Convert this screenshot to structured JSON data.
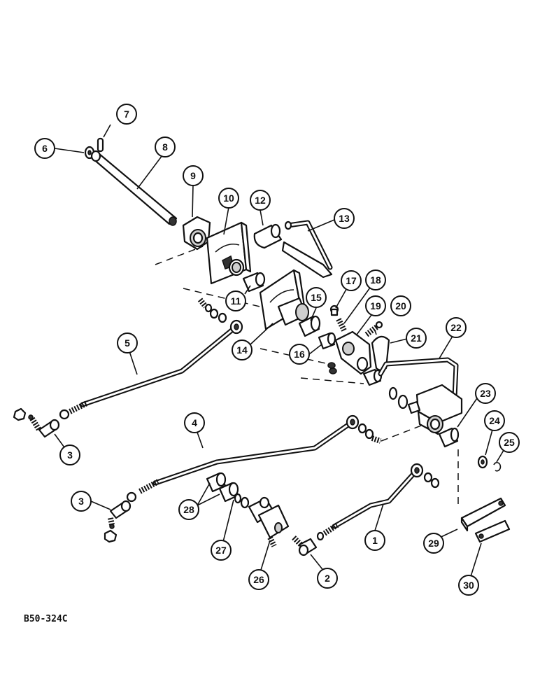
{
  "drawing_code": "B50-324C",
  "callouts": [
    {
      "label": "1"
    },
    {
      "label": "2"
    },
    {
      "label": "3"
    },
    {
      "label": "3"
    },
    {
      "label": "4"
    },
    {
      "label": "5"
    },
    {
      "label": "6"
    },
    {
      "label": "7"
    },
    {
      "label": "8"
    },
    {
      "label": "9"
    },
    {
      "label": "10"
    },
    {
      "label": "11"
    },
    {
      "label": "12"
    },
    {
      "label": "13"
    },
    {
      "label": "14"
    },
    {
      "label": "15"
    },
    {
      "label": "16"
    },
    {
      "label": "17"
    },
    {
      "label": "18"
    },
    {
      "label": "19"
    },
    {
      "label": "20"
    },
    {
      "label": "21"
    },
    {
      "label": "22"
    },
    {
      "label": "23"
    },
    {
      "label": "24"
    },
    {
      "label": "25"
    },
    {
      "label": "26"
    },
    {
      "label": "27"
    },
    {
      "label": "28"
    },
    {
      "label": "29"
    },
    {
      "label": "30"
    }
  ]
}
